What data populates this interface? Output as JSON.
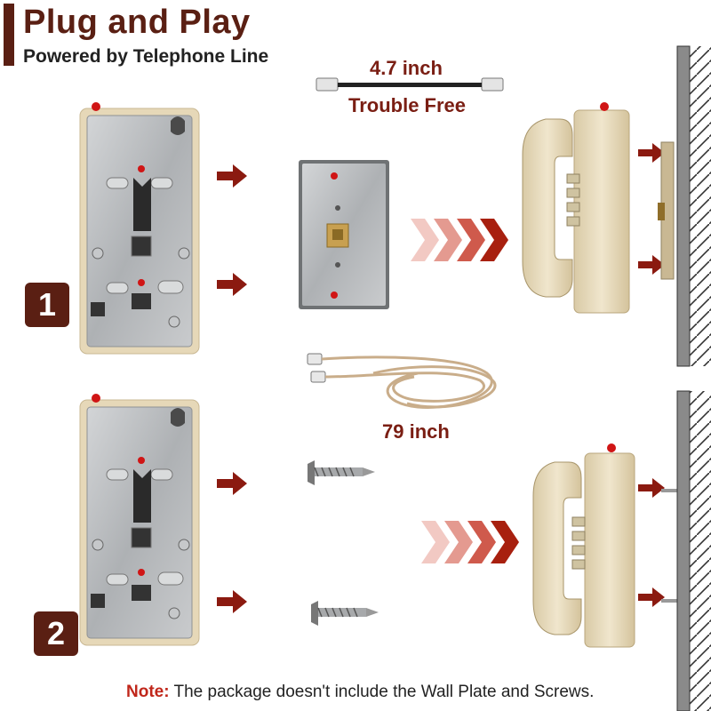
{
  "title": "Plug and Play",
  "subtitle": "Powered by Telephone Line",
  "cord_short_length": "4.7 inch",
  "cord_short_caption": "Trouble Free",
  "cord_long_length": "79 inch",
  "step_1": "1",
  "step_2": "2",
  "note_label": "Note:",
  "note_text": " The package doesn't include the Wall Plate and Screws.",
  "colors": {
    "brand": "#5a1f13",
    "arrow": "#8b1a10",
    "note": "#c0271b",
    "phone_beige": "#e8dcc0",
    "metal": "#b9bbbd"
  }
}
